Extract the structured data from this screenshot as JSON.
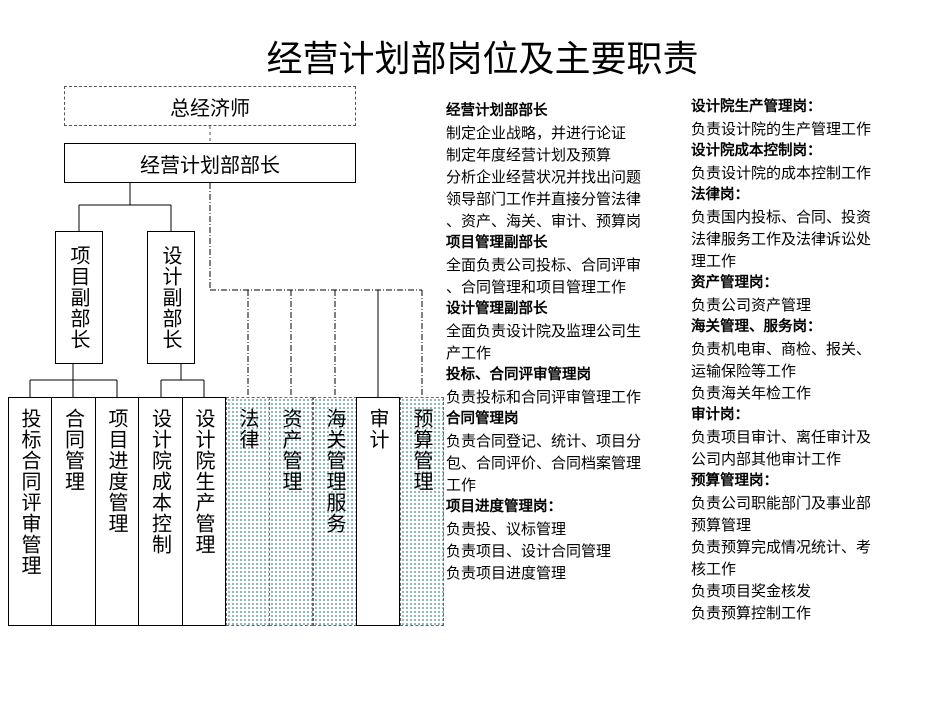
{
  "title": "经营计划部岗位及主要职责",
  "chart": {
    "top": "总经济师",
    "head": "经营计划部部长",
    "deputies": [
      "项目副部长",
      "设计副部长"
    ],
    "posts": [
      "投标合同评审管理",
      "合同管理",
      "项目进度管理",
      "设计院成本控制",
      "设计院生产管理",
      "法律",
      "资产管理",
      "海关管理服务",
      "审计",
      "预算管理"
    ]
  },
  "duties_left": [
    {
      "type": "hd",
      "text": "经营计划部部长"
    },
    {
      "type": "tx",
      "text": "制定企业战略，并进行论证"
    },
    {
      "type": "tx",
      "text": "制定年度经营计划及预算"
    },
    {
      "type": "tx",
      "text": "分析企业经营状况并找出问题"
    },
    {
      "type": "tx",
      "text": "领导部门工作并直接分管法律"
    },
    {
      "type": "tx",
      "text": "、资产、海关、审计、预算岗"
    },
    {
      "type": "hd",
      "text": "项目管理副部长"
    },
    {
      "type": "tx",
      "text": "全面负责公司投标、合同评审"
    },
    {
      "type": "tx",
      "text": "、合同管理和项目管理工作"
    },
    {
      "type": "hd",
      "text": "设计管理副部长"
    },
    {
      "type": "tx",
      "text": "全面负责设计院及监理公司生"
    },
    {
      "type": "tx",
      "text": "产工作"
    },
    {
      "type": "hd",
      "text": "投标、合同评审管理岗"
    },
    {
      "type": "tx",
      "text": "负责投标和合同评审管理工作"
    },
    {
      "type": "hd",
      "text": "合同管理岗"
    },
    {
      "type": "tx",
      "text": "负责合同登记、统计、项目分"
    },
    {
      "type": "tx",
      "text": "包、合同评价、合同档案管理"
    },
    {
      "type": "tx",
      "text": "工作"
    },
    {
      "type": "hd",
      "text": "项目进度管理岗："
    },
    {
      "type": "tx",
      "text": "负责投、议标管理"
    },
    {
      "type": "tx",
      "text": "负责项目、设计合同管理"
    },
    {
      "type": "tx",
      "text": "负责项目进度管理"
    }
  ],
  "duties_right": [
    {
      "type": "hd",
      "text": "设计院生产管理岗："
    },
    {
      "type": "tx",
      "text": "负责设计院的生产管理工作"
    },
    {
      "type": "hd",
      "text": "设计院成本控制岗："
    },
    {
      "type": "tx",
      "text": "负责设计院的成本控制工作"
    },
    {
      "type": "hd",
      "text": "法律岗："
    },
    {
      "type": "tx",
      "text": "负责国内投标、合同、投资"
    },
    {
      "type": "tx",
      "text": "法律服务工作及法律诉讼处"
    },
    {
      "type": "tx",
      "text": "理工作"
    },
    {
      "type": "hd",
      "text": "资产管理岗："
    },
    {
      "type": "tx",
      "text": "负责公司资产管理"
    },
    {
      "type": "hd",
      "text": "海关管理、服务岗："
    },
    {
      "type": "tx",
      "text": "负责机电审、商检、报关、"
    },
    {
      "type": "tx",
      "text": "运输保险等工作"
    },
    {
      "type": "tx",
      "text": "负责海关年检工作"
    },
    {
      "type": "hd",
      "text": "审计岗："
    },
    {
      "type": "tx",
      "text": "负责项目审计、离任审计及"
    },
    {
      "type": "tx",
      "text": "公司内部其他审计工作"
    },
    {
      "type": "hd",
      "text": "预算管理岗："
    },
    {
      "type": "tx",
      "text": "负责公司职能部门及事业部"
    },
    {
      "type": "tx",
      "text": "预算管理"
    },
    {
      "type": "tx",
      "text": "负责预算完成情况统计、考"
    },
    {
      "type": "tx",
      "text": "核工作"
    },
    {
      "type": "tx",
      "text": "负责项目奖金核发"
    },
    {
      "type": "tx",
      "text": "负责预算控制工作"
    }
  ]
}
